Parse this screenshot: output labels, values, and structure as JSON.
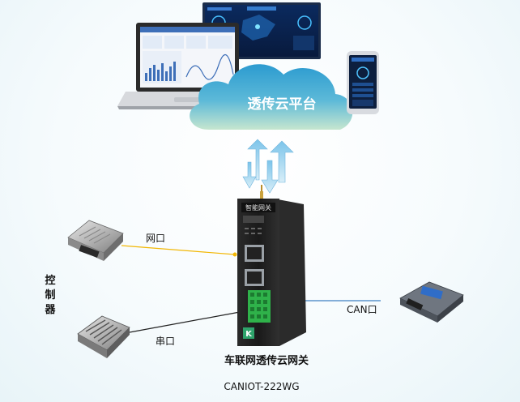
{
  "cloud": {
    "label": "透传云平台"
  },
  "gateway": {
    "screen_label": "智能网关",
    "brand_mark": "K"
  },
  "left_group": {
    "label": "控制器"
  },
  "connections": {
    "ethernet": {
      "label": "网口",
      "color": "#f2b705"
    },
    "serial": {
      "label": "串口",
      "color": "#222222"
    },
    "can": {
      "label": "CAN口",
      "color": "#3d7fc2"
    }
  },
  "product": {
    "name": "车联网透传云网关",
    "model": "CANIOT-222WG"
  },
  "colors": {
    "cloud_top": "#2f9fd0",
    "cloud_bottom": "#b9e0c9",
    "arrow": "#5aa8d6",
    "gateway_body": "#1f1f1f",
    "terminal": "#2fb24a"
  },
  "icons": [
    "laptop-icon",
    "monitor-icon",
    "phone-icon",
    "cloud-icon",
    "gateway-device-icon",
    "controller-box-icon",
    "ecu-module-icon",
    "data-arrow-icon"
  ]
}
